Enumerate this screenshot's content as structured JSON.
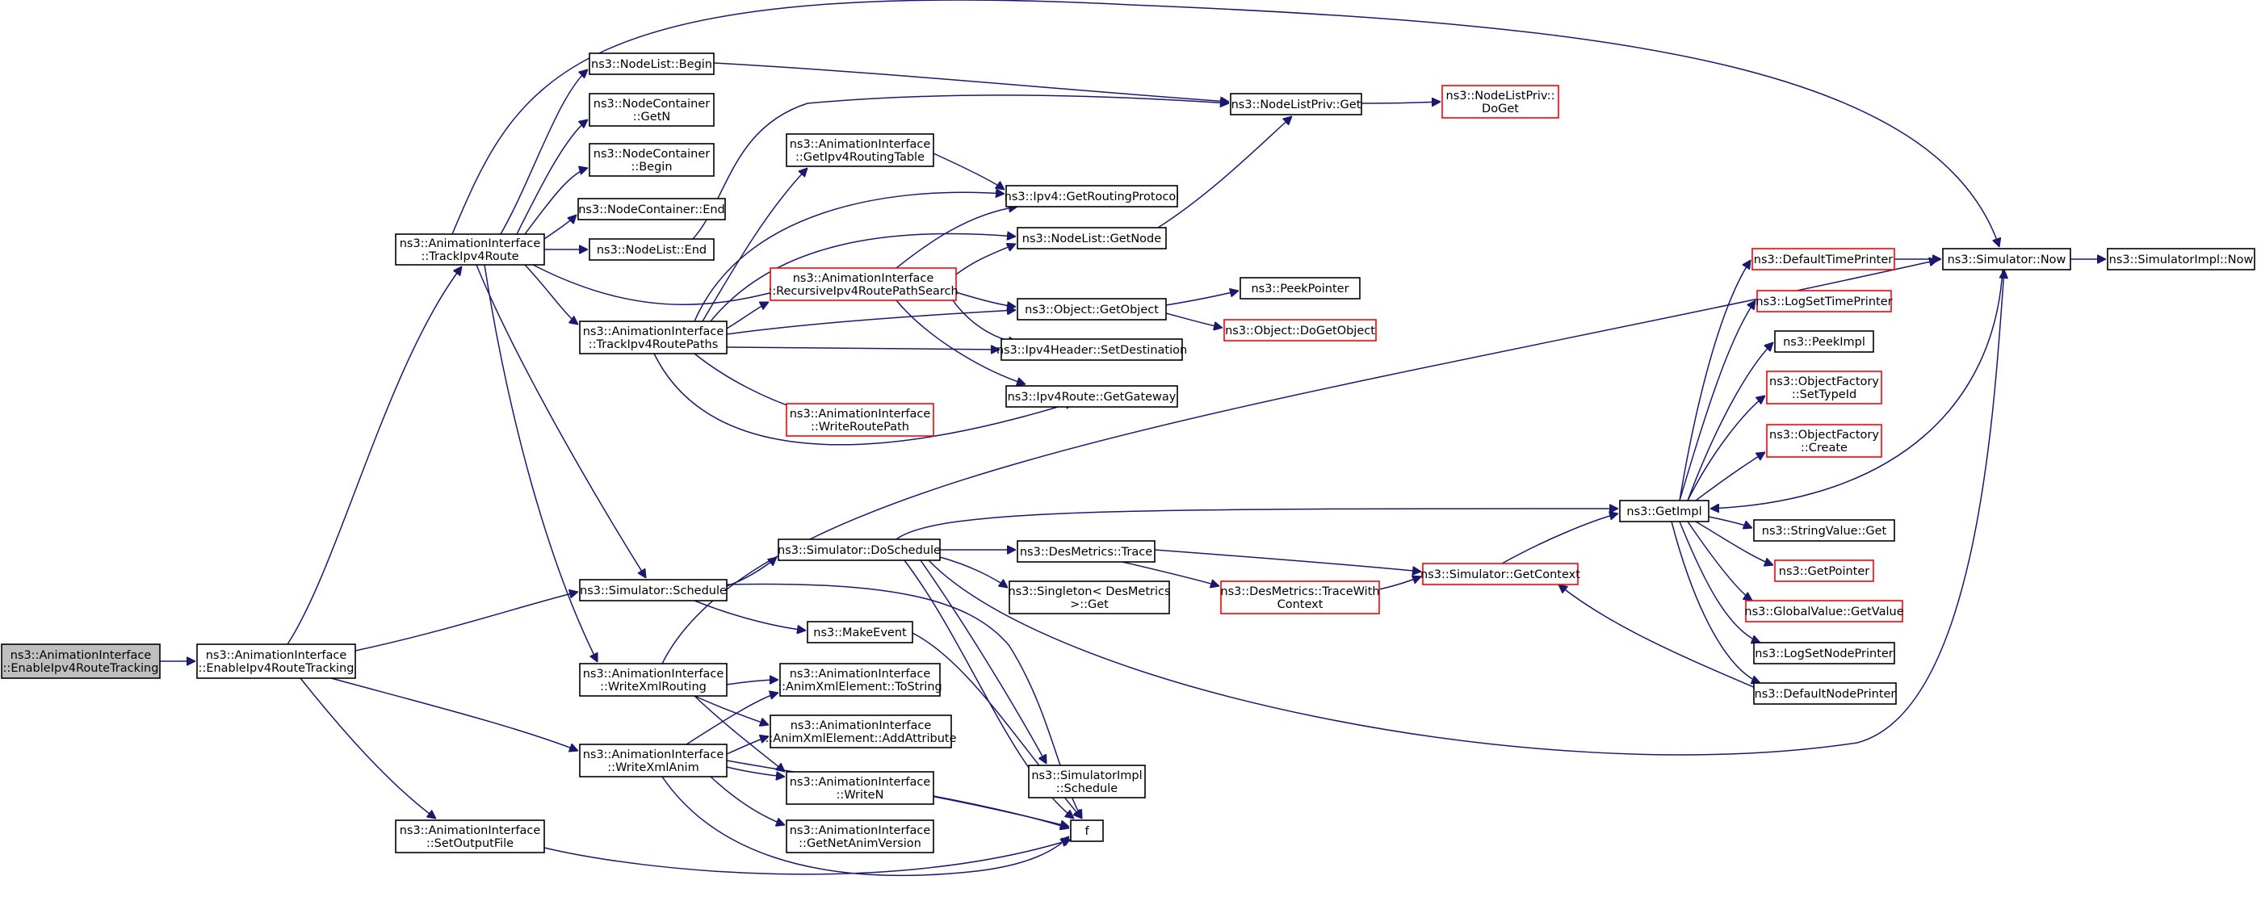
{
  "diagram": {
    "nodes": [
      {
        "id": "enable_track",
        "lines": [
          "ns3::AnimationInterface",
          "::EnableIpv4RouteTracking"
        ],
        "style": "grey"
      },
      {
        "id": "enable_track2",
        "lines": [
          "ns3::AnimationInterface",
          "::EnableIpv4RouteTracking"
        ],
        "style": "black"
      },
      {
        "id": "track_route",
        "lines": [
          "ns3::AnimationInterface",
          "::TrackIpv4Route"
        ],
        "style": "black"
      },
      {
        "id": "nl_begin",
        "lines": [
          "ns3::NodeList::Begin"
        ],
        "style": "black"
      },
      {
        "id": "nc_getn",
        "lines": [
          "ns3::NodeContainer",
          "::GetN"
        ],
        "style": "black"
      },
      {
        "id": "nc_begin",
        "lines": [
          "ns3::NodeContainer",
          "::Begin"
        ],
        "style": "black"
      },
      {
        "id": "nc_end",
        "lines": [
          "ns3::NodeContainer::End"
        ],
        "style": "black"
      },
      {
        "id": "nl_end",
        "lines": [
          "ns3::NodeList::End"
        ],
        "style": "black"
      },
      {
        "id": "track_paths",
        "lines": [
          "ns3::AnimationInterface",
          "::TrackIpv4RoutePaths"
        ],
        "style": "black"
      },
      {
        "id": "sim_schedule",
        "lines": [
          "ns3::Simulator::Schedule"
        ],
        "style": "black"
      },
      {
        "id": "write_xml_routing",
        "lines": [
          "ns3::AnimationInterface",
          "::WriteXmlRouting"
        ],
        "style": "black"
      },
      {
        "id": "write_xml_anim",
        "lines": [
          "ns3::AnimationInterface",
          "::WriteXmlAnim"
        ],
        "style": "black"
      },
      {
        "id": "set_output_file",
        "lines": [
          "ns3::AnimationInterface",
          "::SetOutputFile"
        ],
        "style": "black"
      },
      {
        "id": "get_rt_table",
        "lines": [
          "ns3::AnimationInterface",
          "::GetIpv4RoutingTable"
        ],
        "style": "black"
      },
      {
        "id": "recursive_search",
        "lines": [
          "ns3::AnimationInterface",
          "::RecursiveIpv4RoutePathSearch"
        ],
        "style": "red"
      },
      {
        "id": "write_route_path",
        "lines": [
          "ns3::AnimationInterface",
          "::WriteRoutePath"
        ],
        "style": "red"
      },
      {
        "id": "sim_doschedule",
        "lines": [
          "ns3::Simulator::DoSchedule"
        ],
        "style": "black"
      },
      {
        "id": "make_event",
        "lines": [
          "ns3::MakeEvent"
        ],
        "style": "black"
      },
      {
        "id": "anim_tostring",
        "lines": [
          "ns3::AnimationInterface",
          "::AnimXmlElement::ToString"
        ],
        "style": "black"
      },
      {
        "id": "anim_addattr",
        "lines": [
          "ns3::AnimationInterface",
          "::AnimXmlElement::AddAttribute"
        ],
        "style": "black"
      },
      {
        "id": "write_n",
        "lines": [
          "ns3::AnimationInterface",
          "::WriteN"
        ],
        "style": "black"
      },
      {
        "id": "get_netanim",
        "lines": [
          "ns3::AnimationInterface",
          "::GetNetAnimVersion"
        ],
        "style": "black"
      },
      {
        "id": "nlp_get",
        "lines": [
          "ns3::NodeListPriv::Get"
        ],
        "style": "black"
      },
      {
        "id": "ipv4_getrp",
        "lines": [
          "ns3::Ipv4::GetRoutingProtocol"
        ],
        "style": "black"
      },
      {
        "id": "nl_getnode",
        "lines": [
          "ns3::NodeList::GetNode"
        ],
        "style": "black"
      },
      {
        "id": "obj_getobject",
        "lines": [
          "ns3::Object::GetObject"
        ],
        "style": "black"
      },
      {
        "id": "ipv4h_setdest",
        "lines": [
          "ns3::Ipv4Header::SetDestination"
        ],
        "style": "black"
      },
      {
        "id": "ipv4r_getgw",
        "lines": [
          "ns3::Ipv4Route::GetGateway"
        ],
        "style": "black"
      },
      {
        "id": "des_trace",
        "lines": [
          "ns3::DesMetrics::Trace"
        ],
        "style": "black"
      },
      {
        "id": "singleton_get",
        "lines": [
          "ns3::Singleton< DesMetrics",
          " >::Get"
        ],
        "style": "black"
      },
      {
        "id": "simimpl_schedule",
        "lines": [
          "ns3::SimulatorImpl",
          "::Schedule"
        ],
        "style": "black"
      },
      {
        "id": "f",
        "lines": [
          "f"
        ],
        "style": "black"
      },
      {
        "id": "nlp_doget",
        "lines": [
          "ns3::NodeListPriv::",
          "DoGet"
        ],
        "style": "red"
      },
      {
        "id": "peek_pointer",
        "lines": [
          "ns3::PeekPointer"
        ],
        "style": "black"
      },
      {
        "id": "obj_dogetobject",
        "lines": [
          "ns3::Object::DoGetObject"
        ],
        "style": "red"
      },
      {
        "id": "des_tracewith",
        "lines": [
          "ns3::DesMetrics::TraceWith",
          "Context"
        ],
        "style": "red"
      },
      {
        "id": "sim_getcontext",
        "lines": [
          "ns3::Simulator::GetContext"
        ],
        "style": "red"
      },
      {
        "id": "getimpl",
        "lines": [
          "ns3::GetImpl"
        ],
        "style": "black"
      },
      {
        "id": "default_time_printer",
        "lines": [
          "ns3::DefaultTimePrinter"
        ],
        "style": "red"
      },
      {
        "id": "log_set_time_printer",
        "lines": [
          "ns3::LogSetTimePrinter"
        ],
        "style": "red"
      },
      {
        "id": "peek_impl",
        "lines": [
          "ns3::PeekImpl"
        ],
        "style": "black"
      },
      {
        "id": "of_settypeid",
        "lines": [
          "ns3::ObjectFactory",
          "::SetTypeId"
        ],
        "style": "red"
      },
      {
        "id": "of_create",
        "lines": [
          "ns3::ObjectFactory",
          "::Create"
        ],
        "style": "red"
      },
      {
        "id": "stringvalue_get",
        "lines": [
          "ns3::StringValue::Get"
        ],
        "style": "black"
      },
      {
        "id": "get_pointer",
        "lines": [
          "ns3::GetPointer"
        ],
        "style": "red"
      },
      {
        "id": "globalvalue_getvalue",
        "lines": [
          "ns3::GlobalValue::GetValue"
        ],
        "style": "red"
      },
      {
        "id": "log_set_node_printer",
        "lines": [
          "ns3::LogSetNodePrinter"
        ],
        "style": "black"
      },
      {
        "id": "default_node_printer",
        "lines": [
          "ns3::DefaultNodePrinter"
        ],
        "style": "black"
      },
      {
        "id": "sim_now",
        "lines": [
          "ns3::Simulator::Now"
        ],
        "style": "black"
      },
      {
        "id": "simimpl_now",
        "lines": [
          "ns3::SimulatorImpl::Now"
        ],
        "style": "black"
      }
    ]
  }
}
